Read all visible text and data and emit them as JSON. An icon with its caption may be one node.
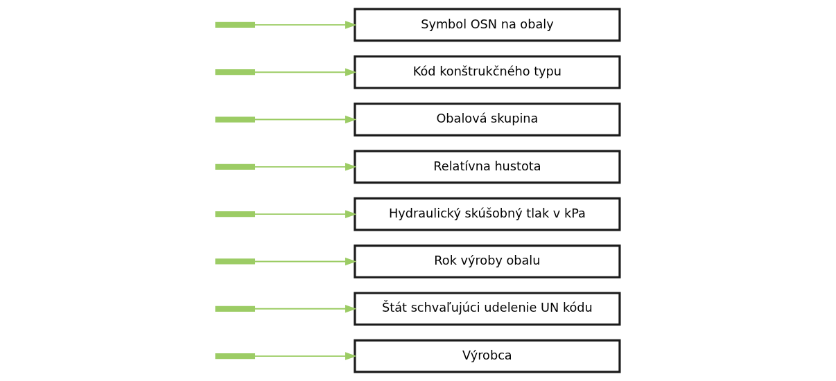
{
  "diagram": {
    "nodes": [
      {
        "text": [],
        "shape": "bar"
      },
      {
        "text": [],
        "shape": "bar"
      },
      {
        "text": [],
        "shape": "bar"
      },
      {
        "text": [],
        "shape": "bar"
      },
      {
        "text": [],
        "shape": "bar"
      },
      {
        "text": [],
        "shape": "bar"
      },
      {
        "text": [],
        "shape": "bar"
      },
      {
        "text": [],
        "shape": "bar"
      },
      {
        "text": [
          "Výrobca"
        ]
      },
      {
        "text": [
          "Štát schvaľujúci udelenie UN kódu"
        ]
      },
      {
        "text": [
          "Rok výroby obalu"
        ]
      },
      {
        "text": [
          "Hydraulický skúšobný tlak v kPa"
        ]
      },
      {
        "text": [
          "Relatívna hustota"
        ]
      },
      {
        "text": [
          "Obalová skupina"
        ]
      },
      {
        "text": [
          "Kód konštrukčného typu"
        ]
      },
      {
        "text": [
          "Symbol OSN na obaly"
        ]
      }
    ],
    "edges": [
      {
        "from": 0,
        "to": 15,
        "arrow": "to"
      },
      {
        "from": 1,
        "to": 14,
        "arrow": "to"
      },
      {
        "from": 2,
        "to": 13,
        "arrow": "to"
      },
      {
        "from": 3,
        "to": 12,
        "arrow": "to"
      },
      {
        "from": 4,
        "to": 11,
        "arrow": "to"
      },
      {
        "from": 5,
        "to": 10,
        "arrow": "to"
      },
      {
        "from": 6,
        "to": 9,
        "arrow": "to"
      },
      {
        "from": 7,
        "to": 8,
        "arrow": "to"
      }
    ]
  }
}
